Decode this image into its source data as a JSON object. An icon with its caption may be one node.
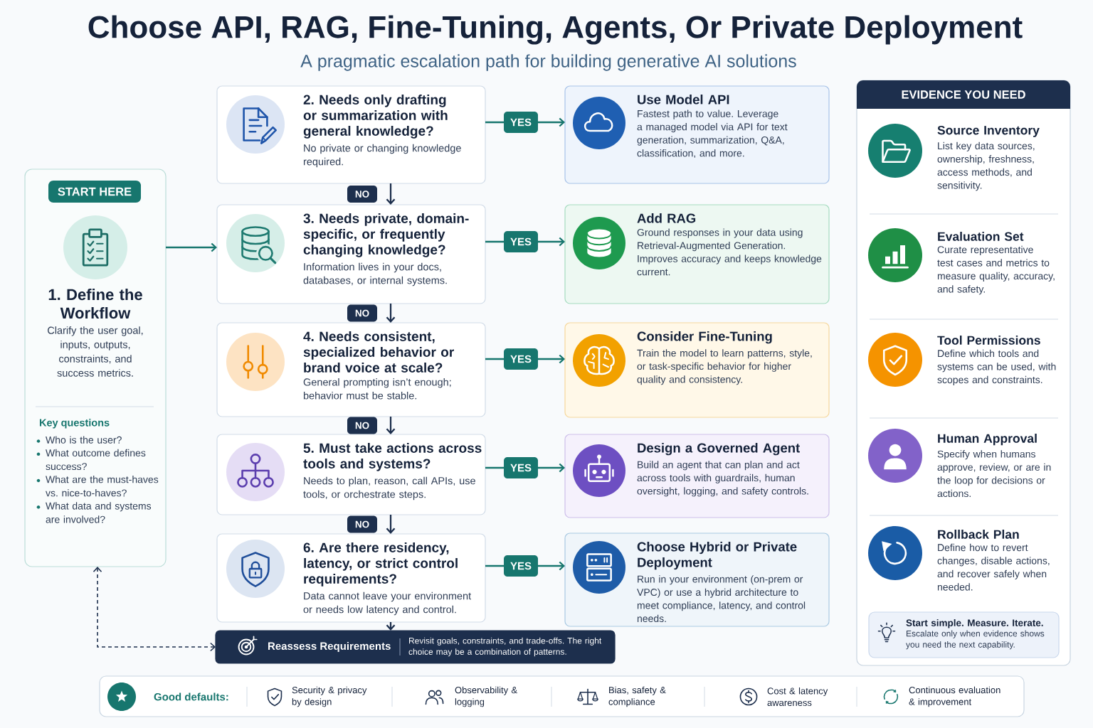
{
  "diagram": {
    "title": "Choose API, RAG, Fine-Tuning, Agents, Or Private Deployment",
    "nodes": [
      {
        "text": [
          "1. Define the Workflow",
          "Clarify the user goal, inputs, outputs, constraints, and success metrics.",
          "Key questions",
          "Who is the user?",
          "What outcome defines success?",
          "What are the must-haves vs. nice-to-haves?",
          "What data and systems are involved?"
        ]
      },
      {
        "text": [
          "START HERE"
        ],
        "in": 0
      },
      {
        "text": [
          "2. Needs only drafting or summarization with general knowledge?",
          "No private or changing knowledge required."
        ]
      },
      {
        "text": [
          "Use Model API",
          "Fastest path to value. Leverage a managed model via API for text generation, summarization, Q&A, classification, and more."
        ]
      },
      {
        "text": [
          "3. Needs private, domain-specific, or frequently changing knowledge?",
          "Information lives in your docs, databases, or internal systems."
        ]
      },
      {
        "text": [
          "Add RAG",
          "Ground responses in your data using Retrieval-Augmented Generation. Improves accuracy and keeps knowledge current."
        ]
      },
      {
        "text": [
          "4. Needs consistent, specialized behavior or brand voice at scale?",
          "General prompting isn’t enough; behavior must be stable."
        ]
      },
      {
        "text": [
          "Consider Fine-Tuning",
          "Train the model to learn patterns, style, or task-specific behavior for higher quality and consistency."
        ]
      },
      {
        "text": [
          "5. Must take actions across tools and systems?",
          "Needs to plan, reason, call APIs, use tools, or orchestrate steps."
        ]
      },
      {
        "text": [
          "Design a Governed Agent",
          "Build an agent that can plan and act across tools with guardrails, human oversight, logging, and safety controls."
        ]
      },
      {
        "text": [
          "6. Are there residency, latency, or strict control requirements?",
          "Data cannot leave your environment or needs low latency and control."
        ]
      },
      {
        "text": [
          "Choose Hybrid or Private Deployment",
          "Run in your environment (on-prem or VPC) or use a hybrid architecture to meet compliance, latency, and control needs."
        ]
      },
      {
        "text": [
          "Reassess Requirements",
          "Revisit goals, constraints, and trade-offs. The right choice may be a combination of patterns."
        ]
      },
      {
        "text": [
          "EVIDENCE YOU NEED",
          "Source Inventory",
          "List key data sources, ownership, freshness, access methods, and sensitivity.",
          "Evaluation Set",
          "Curate representative test cases and metrics to measure quality, accuracy, and safety.",
          "Tool Permissions",
          "Define which tools and systems can be used, with scopes and constraints.",
          "Human Approval",
          "Specify when humans approve, review, or are in the loop for decisions or actions.",
          "Rollback Plan",
          "Define how to revert changes, disable actions, and recover safely when needed."
        ]
      },
      {
        "text": [
          "Start simple. Measure. Iterate.",
          "Escalate only when evidence shows you need the next capability."
        ],
        "in": 13
      },
      {
        "text": [
          "Good defaults:",
          "Security & privacy by design",
          "Observability & logging",
          "Bias, safety & compliance",
          "Cost & latency awareness",
          "Continuous evaluation & improvement"
        ]
      }
    ],
    "edges": [
      {
        "from": 0,
        "to": 4,
        "arrow": "to"
      },
      {
        "from": 2,
        "to": 3,
        "arrow": "to",
        "label": "YES"
      },
      {
        "from": 2,
        "to": 4,
        "arrow": "to",
        "label": "NO",
        "color": "#1d2f4d"
      },
      {
        "from": 4,
        "to": 5,
        "arrow": "to",
        "label": "YES"
      },
      {
        "from": 4,
        "to": 6,
        "arrow": "to",
        "label": "NO",
        "color": "#1d2f4d"
      },
      {
        "from": 6,
        "to": 7,
        "arrow": "to",
        "label": "YES"
      },
      {
        "from": 6,
        "to": 8,
        "arrow": "to",
        "label": "NO",
        "color": "#1d2f4d"
      },
      {
        "from": 8,
        "to": 9,
        "arrow": "to",
        "label": "YES"
      },
      {
        "from": 8,
        "to": 10,
        "arrow": "to",
        "label": "NO",
        "color": "#1d2f4d"
      },
      {
        "from": 10,
        "to": 11,
        "arrow": "to",
        "label": "YES"
      },
      {
        "from": 10,
        "to": 12,
        "arrow": "to",
        "color": "#1d2f4d"
      },
      {
        "from": 0,
        "to": 12,
        "arrow": "both",
        "style": "dashed",
        "color": "#1d2f4d"
      }
    ],
    "labels": [
      "A pragmatic escalation path for building generative AI solutions"
    ]
  }
}
